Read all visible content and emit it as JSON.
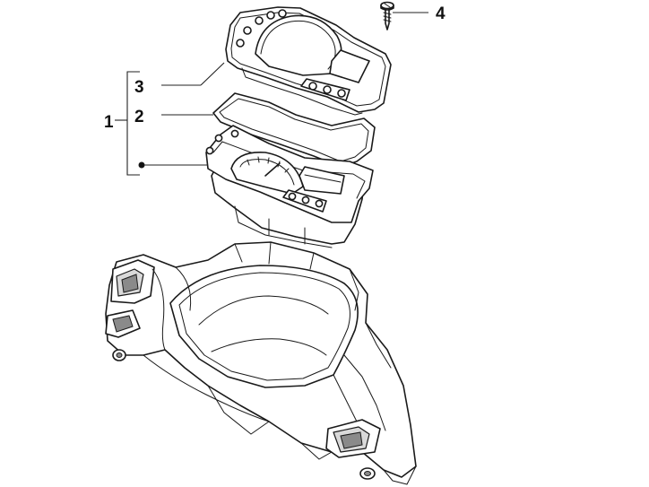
{
  "callouts": {
    "assembly": "1",
    "gasket": "2",
    "cover": "3",
    "screw": "4"
  }
}
